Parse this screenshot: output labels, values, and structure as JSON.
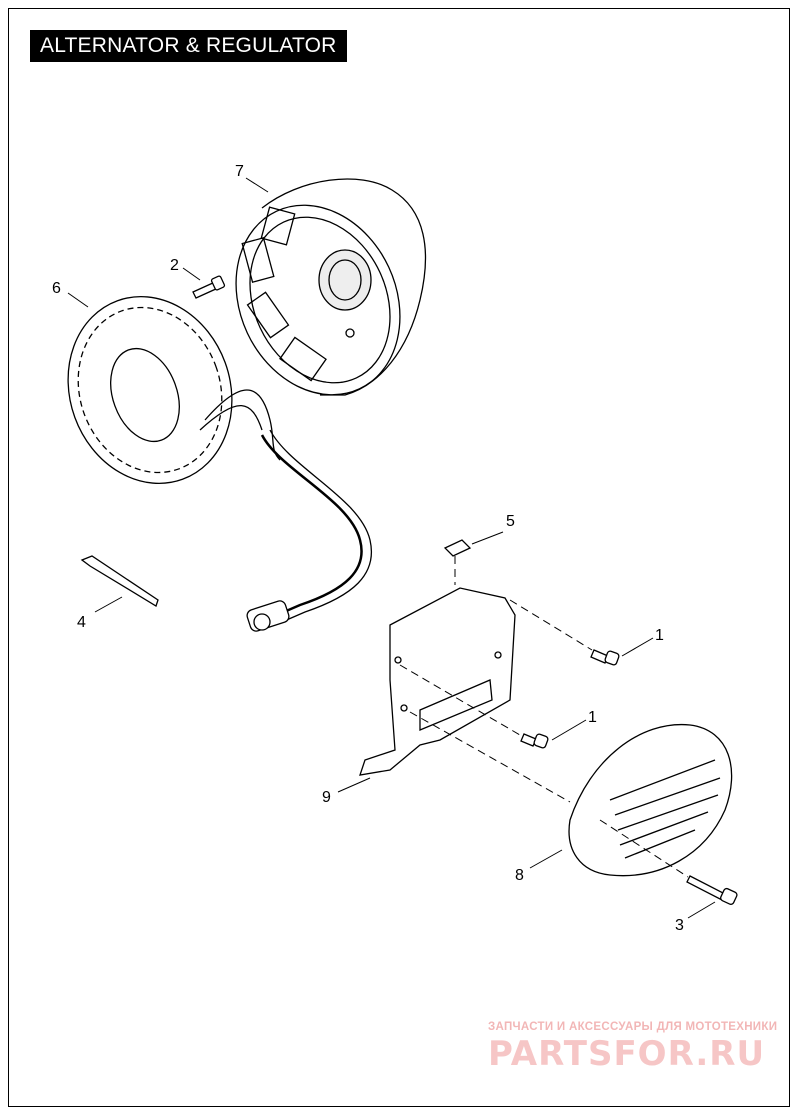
{
  "title": "ALTERNATOR & REGULATOR",
  "callouts": {
    "c1a": "1",
    "c1b": "1",
    "c2": "2",
    "c3": "3",
    "c4": "4",
    "c5": "5",
    "c6": "6",
    "c7": "7",
    "c8": "8",
    "c9": "9"
  },
  "watermark": {
    "tagline": "ЗАПЧАСТИ И АКСЕССУАРЫ ДЛЯ МОТОТЕХНИКИ",
    "brand": "PARTSFOR.RU",
    "brand_color": "#f6c6c6"
  }
}
